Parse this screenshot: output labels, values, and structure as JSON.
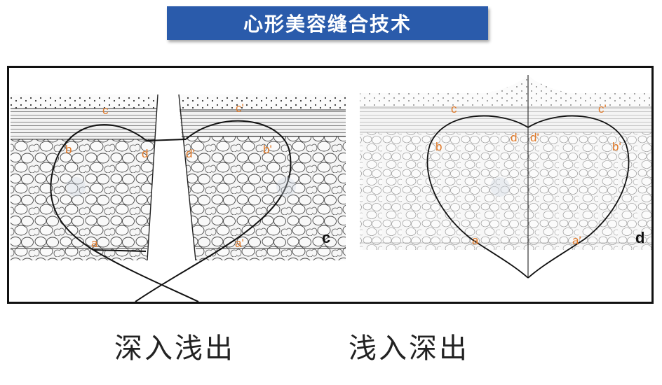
{
  "title": "心形美容缝合技术",
  "left_panel": {
    "points": {
      "c": "c",
      "b": "b",
      "d": "d",
      "a": "a",
      "c2": "c'",
      "b2": "b'",
      "d2": "d'",
      "a2": "a'"
    },
    "letter": "c"
  },
  "right_panel": {
    "points": {
      "c": "c",
      "b": "b",
      "d": "d",
      "a": "a",
      "c2": "c'",
      "b2": "b'",
      "d2": "d'",
      "a2": "a'"
    },
    "letter": "d"
  },
  "captions": {
    "left": "深入浅出",
    "right": "浅入深出"
  },
  "colors": {
    "banner": "#2a5bab",
    "label": "#e07a2a",
    "line": "#111111"
  }
}
